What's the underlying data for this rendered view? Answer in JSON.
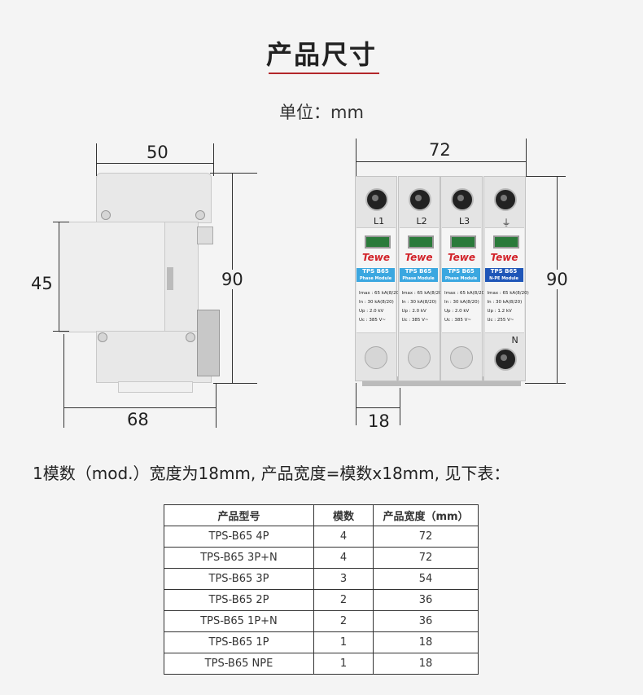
{
  "title": "产品尺寸",
  "unit": "单位：mm",
  "side_view": {
    "width": "50",
    "height_body": "45",
    "height_total": "90",
    "depth": "68"
  },
  "front_view": {
    "width": "72",
    "height": "90",
    "module_width": "18"
  },
  "modules": [
    {
      "terminal": "L1",
      "logo": "Tewe",
      "band_title": "TPS B65",
      "band_sub": "Phase Module",
      "band_color": "#3ba7e0",
      "specs": [
        "Imax : 65 kA(8/20)",
        "In : 30 kA(8/20)",
        "Up : 2.0 kV",
        "Uc : 385 V~"
      ]
    },
    {
      "terminal": "L2",
      "logo": "Tewe",
      "band_title": "TPS B65",
      "band_sub": "Phase Module",
      "band_color": "#3ba7e0",
      "specs": [
        "Imax : 65 kA(8/20)",
        "In : 30 kA(8/20)",
        "Up : 2.0 kV",
        "Uc : 385 V~"
      ]
    },
    {
      "terminal": "L3",
      "logo": "Tewe",
      "band_title": "TPS B65",
      "band_sub": "Phase Module",
      "band_color": "#3ba7e0",
      "specs": [
        "Imax : 65 kA(8/20)",
        "In : 30 kA(8/20)",
        "Up : 2.0 kV",
        "Uc : 385 V~"
      ]
    },
    {
      "terminal": "⏚",
      "logo": "Tewe",
      "band_title": "TPS B65",
      "band_sub": "N-PE Module",
      "band_color": "#1f56b8",
      "specs": [
        "Imax : 65 kA(8/20)",
        "In : 30 kA(8/20)",
        "Up : 1.2 kV",
        "Uc : 255 V~"
      ],
      "bottom_label": "N"
    }
  ],
  "sentence": "1模数（mod.）宽度为18mm, 产品宽度=模数x18mm, 见下表：",
  "table": {
    "headers": [
      "产品型号",
      "模数",
      "产品宽度（mm）"
    ],
    "rows": [
      [
        "TPS-B65 4P",
        "4",
        "72"
      ],
      [
        "TPS-B65 3P+N",
        "4",
        "72"
      ],
      [
        "TPS-B65 3P",
        "3",
        "54"
      ],
      [
        "TPS-B65 2P",
        "2",
        "36"
      ],
      [
        "TPS-B65 1P+N",
        "2",
        "36"
      ],
      [
        "TPS-B65 1P",
        "1",
        "18"
      ],
      [
        "TPS-B65 NPE",
        "1",
        "18"
      ]
    ]
  }
}
